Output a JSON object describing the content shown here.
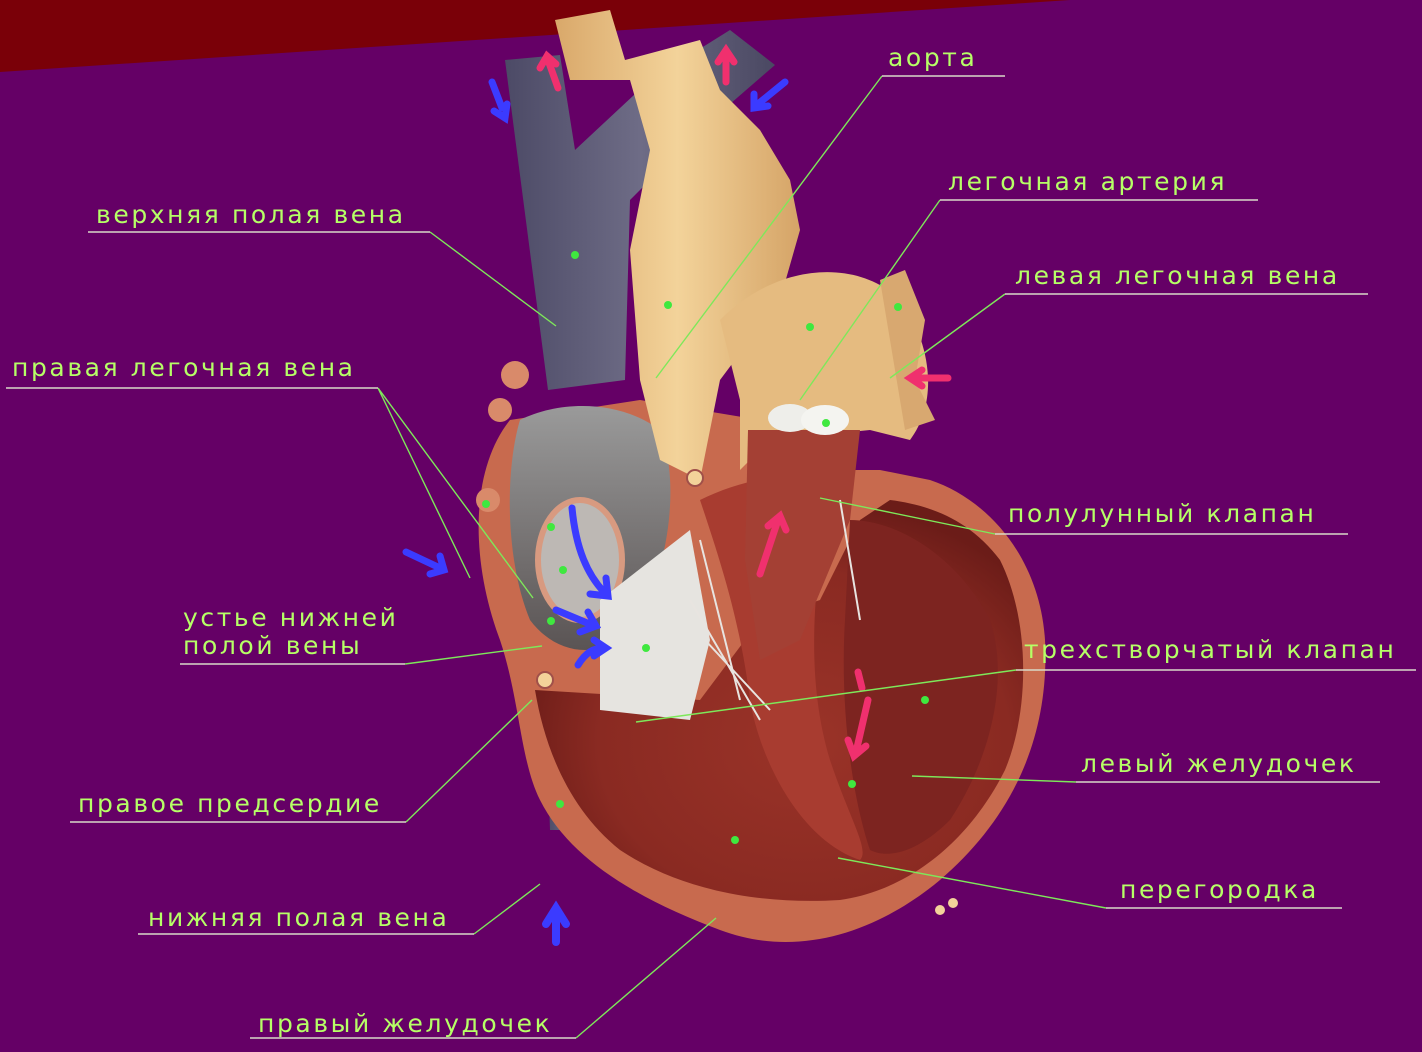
{
  "labels": {
    "aorta": "аорта",
    "pulmonary_artery": "легочная артерия",
    "superior_vena_cava": "верхняя полая вена",
    "left_pulmonary_vein": "левая легочная вена",
    "right_pulmonary_vein": "правая легочная вена",
    "semilunar_valve": "полулунный клапан",
    "ivc_orifice_line1": "устье нижней",
    "ivc_orifice_line2": "полой вены",
    "tricuspid_valve": "трехстворчатый клапан",
    "left_ventricle": "левый желудочек",
    "right_atrium": "правое предсердие",
    "septum": "перегородка",
    "inferior_vena_cava": "нижняя полая вена",
    "right_ventricle": "правый желудочек"
  },
  "colors": {
    "background": "#650066",
    "header_band": "#7a0008",
    "label_text": "#b6ff66",
    "leader_line": "#7ee85a",
    "oxygen_poor_arrow": "#3b3bff",
    "oxygen_rich_arrow": "#f0306e"
  }
}
